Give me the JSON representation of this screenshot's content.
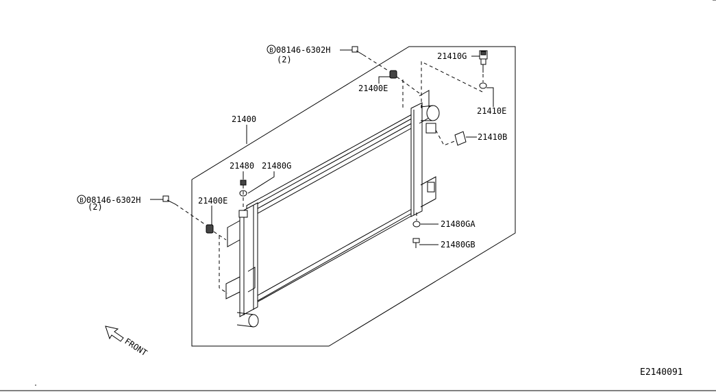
{
  "labels": {
    "bolt_top": "08146-6302H",
    "bolt_top_qty": "(2)",
    "bolt_top_circle": "B",
    "bolt_left": "08146-6302H",
    "bolt_left_qty": "(2)",
    "bolt_left_circle": "B",
    "p21400": "21400",
    "p21400E_top": "21400E",
    "p21400E_left": "21400E",
    "p21410G": "21410G",
    "p21410E": "21410E",
    "p21410B": "21410B",
    "p21480": "21480",
    "p21480G": "21480G",
    "p21480GA": "21480GA",
    "p21480GB": "21480GB",
    "front": "FRONT"
  },
  "diagram_code": "E2140091"
}
